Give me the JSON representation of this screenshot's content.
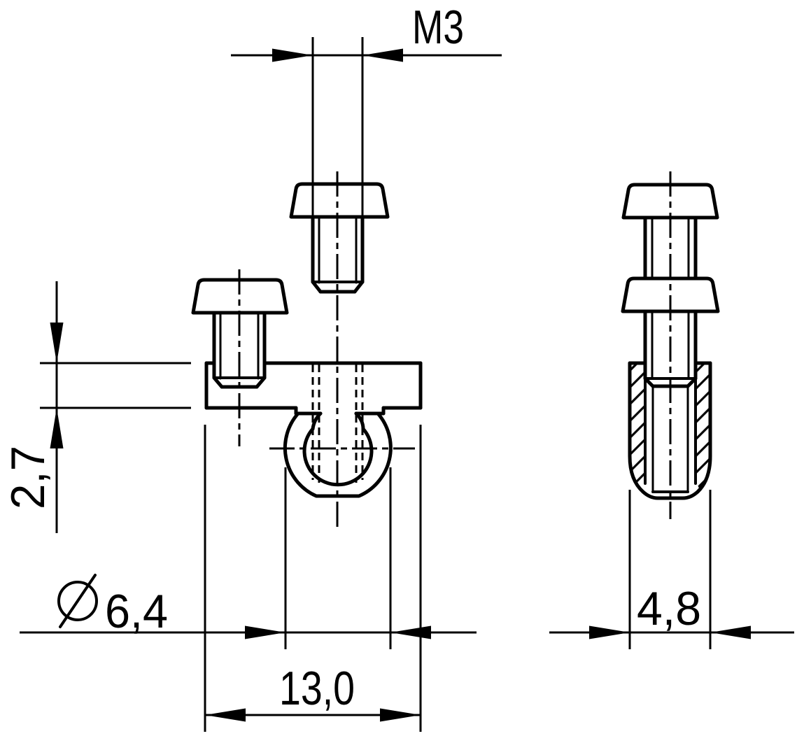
{
  "drawing": {
    "dimension_labels": {
      "thread_size": "M3",
      "panel_thickness": "2,7",
      "diameter_symbol": "Ø",
      "retainer_diameter": "6,4",
      "body_width": "13,0",
      "sleeve_diameter": "4,8"
    }
  }
}
